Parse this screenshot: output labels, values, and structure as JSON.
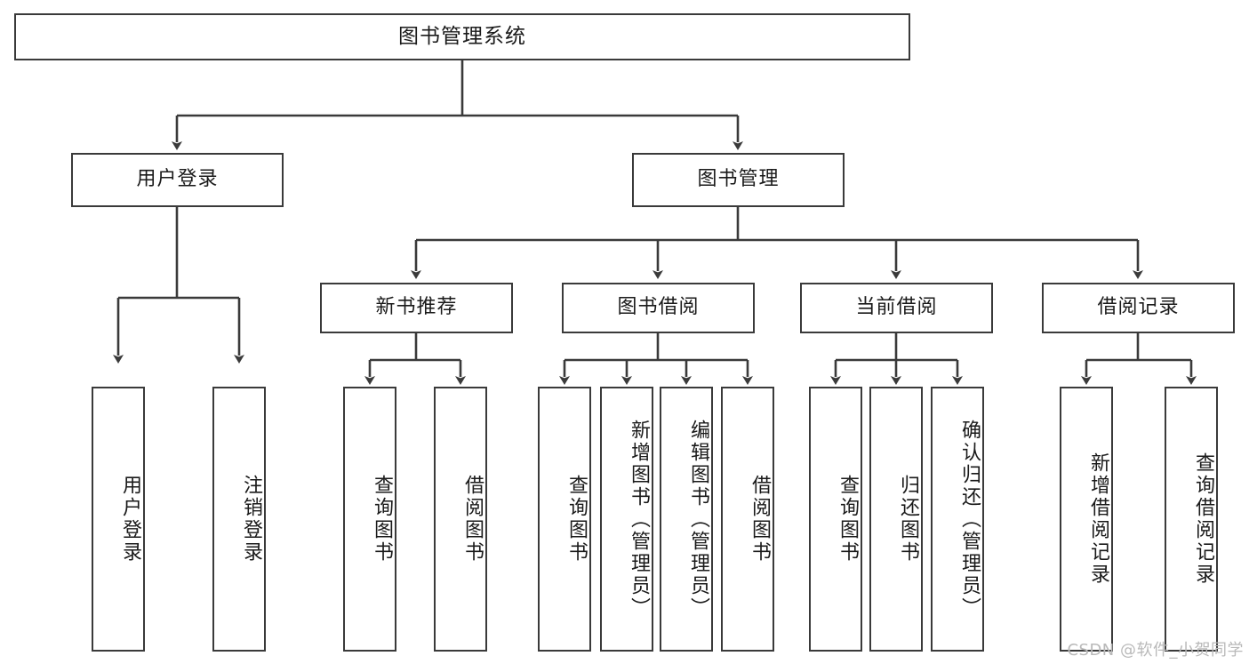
{
  "diagram": {
    "title": "图书管理系统",
    "watermark": "CSDN @软件_小贺同学",
    "root": {
      "label": "图书管理系统"
    },
    "level2": [
      {
        "label": "用户登录"
      },
      {
        "label": "图书管理"
      }
    ],
    "level3": [
      {
        "label": "新书推荐"
      },
      {
        "label": "图书借阅"
      },
      {
        "label": "当前借阅"
      },
      {
        "label": "借阅记录"
      }
    ],
    "leaves": {
      "user_login": [
        {
          "label": "用户登录"
        },
        {
          "label": "注销登录"
        }
      ],
      "new_book_recommend": [
        {
          "label": "查询图书"
        },
        {
          "label": "借阅图书"
        }
      ],
      "book_borrow": [
        {
          "label": "查询图书"
        },
        {
          "label": "新增图书（管理员）"
        },
        {
          "label": "编辑图书（管理员）"
        },
        {
          "label": "借阅图书"
        }
      ],
      "current_borrow": [
        {
          "label": "查询图书"
        },
        {
          "label": "归还图书"
        },
        {
          "label": "确认归还（管理员）"
        }
      ],
      "borrow_record": [
        {
          "label": "新增借阅记录"
        },
        {
          "label": "查询借阅记录"
        }
      ]
    },
    "colors": {
      "stroke": "#3a3a3a",
      "fill": "#ffffff",
      "text": "#1a1a1a",
      "watermark": "#b9b9b9"
    }
  }
}
